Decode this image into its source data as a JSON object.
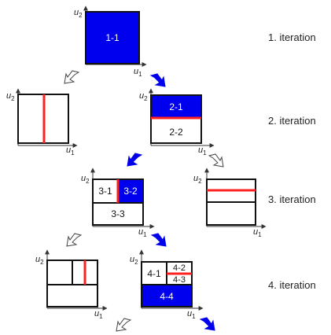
{
  "colors": {
    "fill": "#0000ee",
    "split": "#ff2020",
    "outline": "#111111",
    "axis": "#333333",
    "label_on_fill": "#ffffff",
    "label_on_white": "#111111"
  },
  "axes": {
    "vertical": "u",
    "vertical_sub": "2",
    "horizontal": "u",
    "horizontal_sub": "1"
  },
  "iterations": [
    "1. iteration",
    "2. iteration",
    "3. iteration",
    "4. iteration"
  ],
  "cells": {
    "c11": "1-1",
    "c21": "2-1",
    "c22": "2-2",
    "c31": "3-1",
    "c32": "3-2",
    "c33": "3-3",
    "c41": "4-1",
    "c42": "4-2",
    "c43": "4-3",
    "c44": "4-4"
  },
  "arrows": [
    {
      "kind": "filled",
      "icon": "arrow-down-right-icon"
    },
    {
      "kind": "hollow",
      "icon": "arrow-down-left-icon"
    },
    {
      "kind": "filled",
      "icon": "arrow-down-left-icon"
    },
    {
      "kind": "hollow",
      "icon": "arrow-down-right-icon"
    },
    {
      "kind": "hollow",
      "icon": "arrow-down-left-icon"
    },
    {
      "kind": "filled",
      "icon": "arrow-down-right-icon"
    },
    {
      "kind": "hollow",
      "icon": "arrow-down-left-icon"
    },
    {
      "kind": "filled",
      "icon": "arrow-down-right-icon"
    }
  ]
}
